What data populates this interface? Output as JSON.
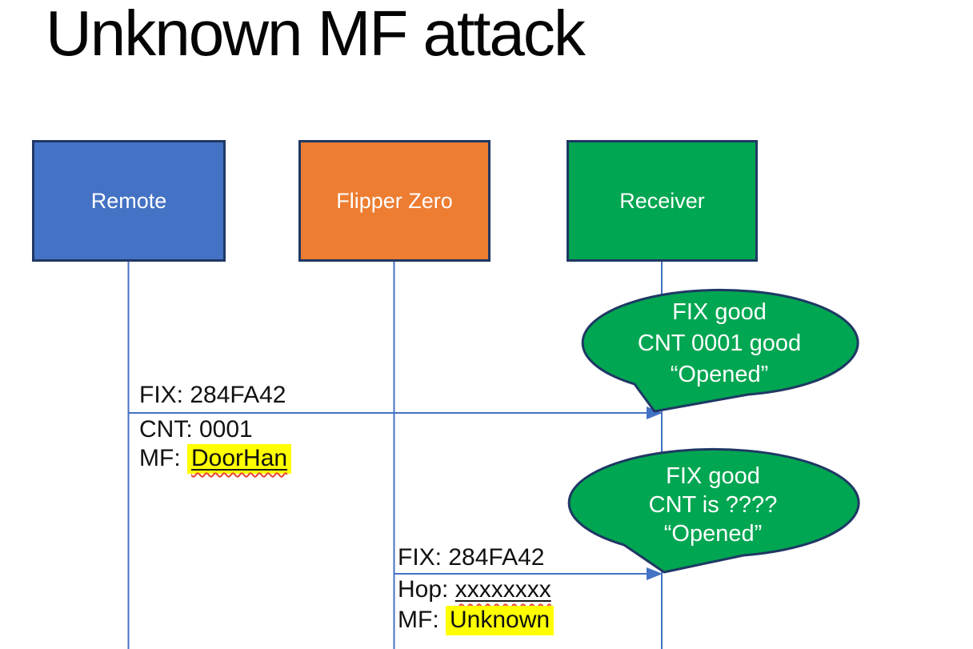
{
  "title": "Unknown MF attack",
  "colors": {
    "blue": "#4472C4",
    "orange": "#ED7D31",
    "green": "#00A651",
    "border_navy": "#1F3864",
    "line_blue": "#4472C4",
    "highlight_yellow": "#FFFF00",
    "squiggle_red": "#E8442B"
  },
  "actors": [
    {
      "label": "Remote"
    },
    {
      "label": "Flipper Zero"
    },
    {
      "label": "Receiver"
    }
  ],
  "messages": [
    {
      "from": "Remote",
      "to": "Receiver",
      "line1": "FIX: 284FA42",
      "line2_prefix": "CNT: ",
      "line2_value": "0001",
      "line3_prefix": "MF: ",
      "line3_value": "DoorHan"
    },
    {
      "from": "Flipper Zero",
      "to": "Receiver",
      "line1": "FIX: 284FA42",
      "line2_prefix": "Hop: ",
      "line2_value": "xxxxxxxx",
      "line3_prefix": "MF: ",
      "line3_value": "Unknown"
    }
  ],
  "callouts": [
    {
      "line1": "FIX good",
      "line2": "CNT 0001 good",
      "line3": "“Opened”"
    },
    {
      "line1": "FIX good",
      "line2": "CNT is ????",
      "line3": "“Opened”"
    }
  ]
}
